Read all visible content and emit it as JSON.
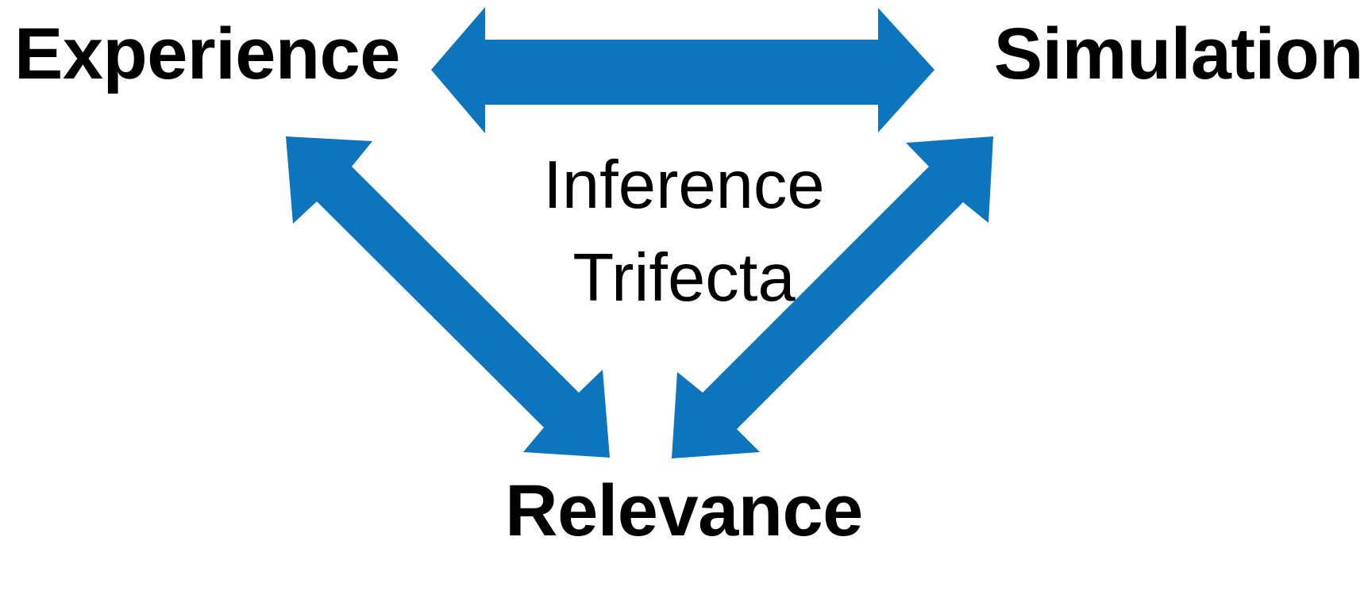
{
  "diagram": {
    "title_text": "Inference Trifecta",
    "background_color": "#ffffff",
    "arrow_color": "#0C75BE",
    "label_color": "#000000",
    "center_caption": {
      "line1": "Inference",
      "line2": "Trifecta"
    },
    "nodes": [
      {
        "id": "experience",
        "label": "Experience"
      },
      {
        "id": "simulation",
        "label": "Simulation"
      },
      {
        "id": "relevance",
        "label": "Relevance"
      }
    ],
    "connectors": [
      {
        "id": "experience-simulation",
        "from": "experience",
        "to": "simulation",
        "style": "double-headed",
        "orientation": "horizontal"
      },
      {
        "id": "experience-relevance",
        "from": "experience",
        "to": "relevance",
        "style": "double-headed",
        "orientation": "diagonal-down-right"
      },
      {
        "id": "simulation-relevance",
        "from": "simulation",
        "to": "relevance",
        "style": "double-headed",
        "orientation": "diagonal-down-left"
      }
    ]
  }
}
